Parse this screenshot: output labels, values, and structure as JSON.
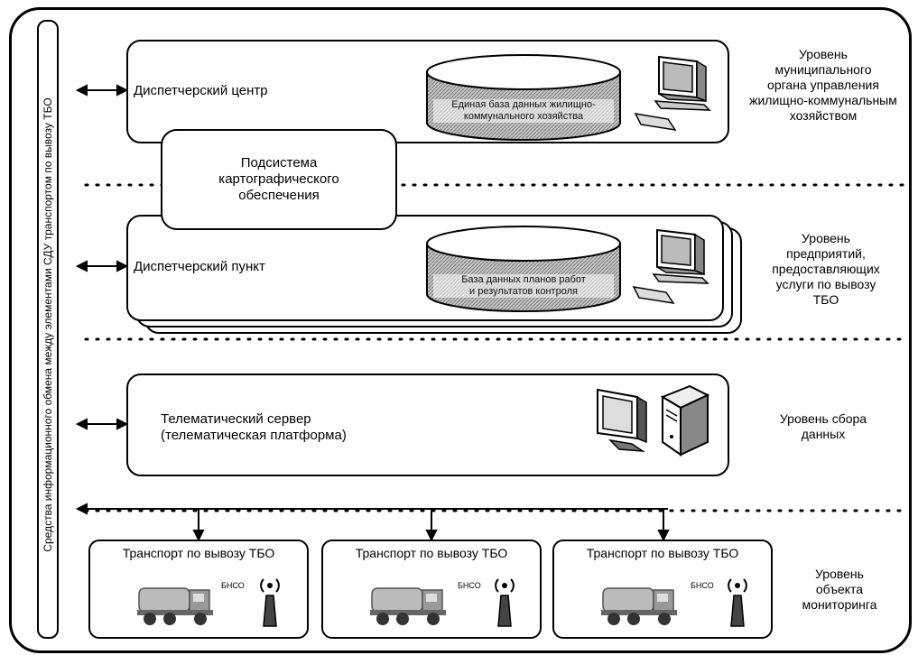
{
  "side_label": "Средства информационного обмена между элементами СДУ транспортом по вывозу ТБО",
  "dispatch_center": {
    "label": "Диспетчерский центр",
    "db_label": [
      "Единая база данных жилищно-",
      "коммунального хозяйства"
    ]
  },
  "cartography": {
    "label": [
      "Подсистема",
      "картографического",
      "обеспечения"
    ]
  },
  "dispatch_point": {
    "label": "Диспетчерский пункт",
    "db_label": [
      "База данных планов работ",
      "и результатов контроля"
    ]
  },
  "telematic_server": {
    "label": [
      "Телематический сервер",
      "(телематическая платформа)"
    ]
  },
  "levels": {
    "municipal": [
      "Уровень",
      "муниципального",
      "органа управления",
      "жилищно-коммунальным",
      "хозяйством"
    ],
    "enterprises": [
      "Уровень",
      "предприятий,",
      "предоставляющих",
      "услуги по вывозу",
      "ТБО"
    ],
    "data_collection": [
      "Уровень сбора",
      "данных"
    ],
    "monitoring": [
      "Уровень",
      "объекта",
      "мониторинга"
    ]
  },
  "trucks": [
    {
      "title": "Транспорт по вывозу ТБО",
      "device": "БНСО"
    },
    {
      "title": "Транспорт по вывозу ТБО",
      "device": "БНСО"
    },
    {
      "title": "Транспорт по вывозу ТБО",
      "device": "БНСО"
    }
  ],
  "icons": [
    "computer-icon",
    "server-icon",
    "database-icon",
    "truck-icon",
    "antenna-icon",
    "double-arrow-icon",
    "down-arrow-icon"
  ]
}
